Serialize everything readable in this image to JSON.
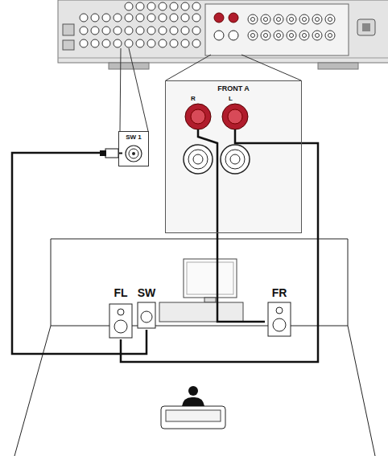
{
  "diagram": {
    "nodes": [
      {
        "text": [
          "SW 1"
        ]
      },
      {
        "text": [
          "FRONT A"
        ]
      },
      {
        "text": [
          "FL"
        ]
      },
      {
        "text": [
          "FR"
        ]
      },
      {
        "text": [
          "SW"
        ]
      }
    ],
    "edges": [
      {
        "from": 0,
        "to": 4,
        "arrow": "none"
      },
      {
        "from": 1,
        "to": 3,
        "arrow": "none"
      },
      {
        "from": 1,
        "to": 2,
        "arrow": "none"
      }
    ],
    "labels": [
      "R",
      "L"
    ]
  }
}
